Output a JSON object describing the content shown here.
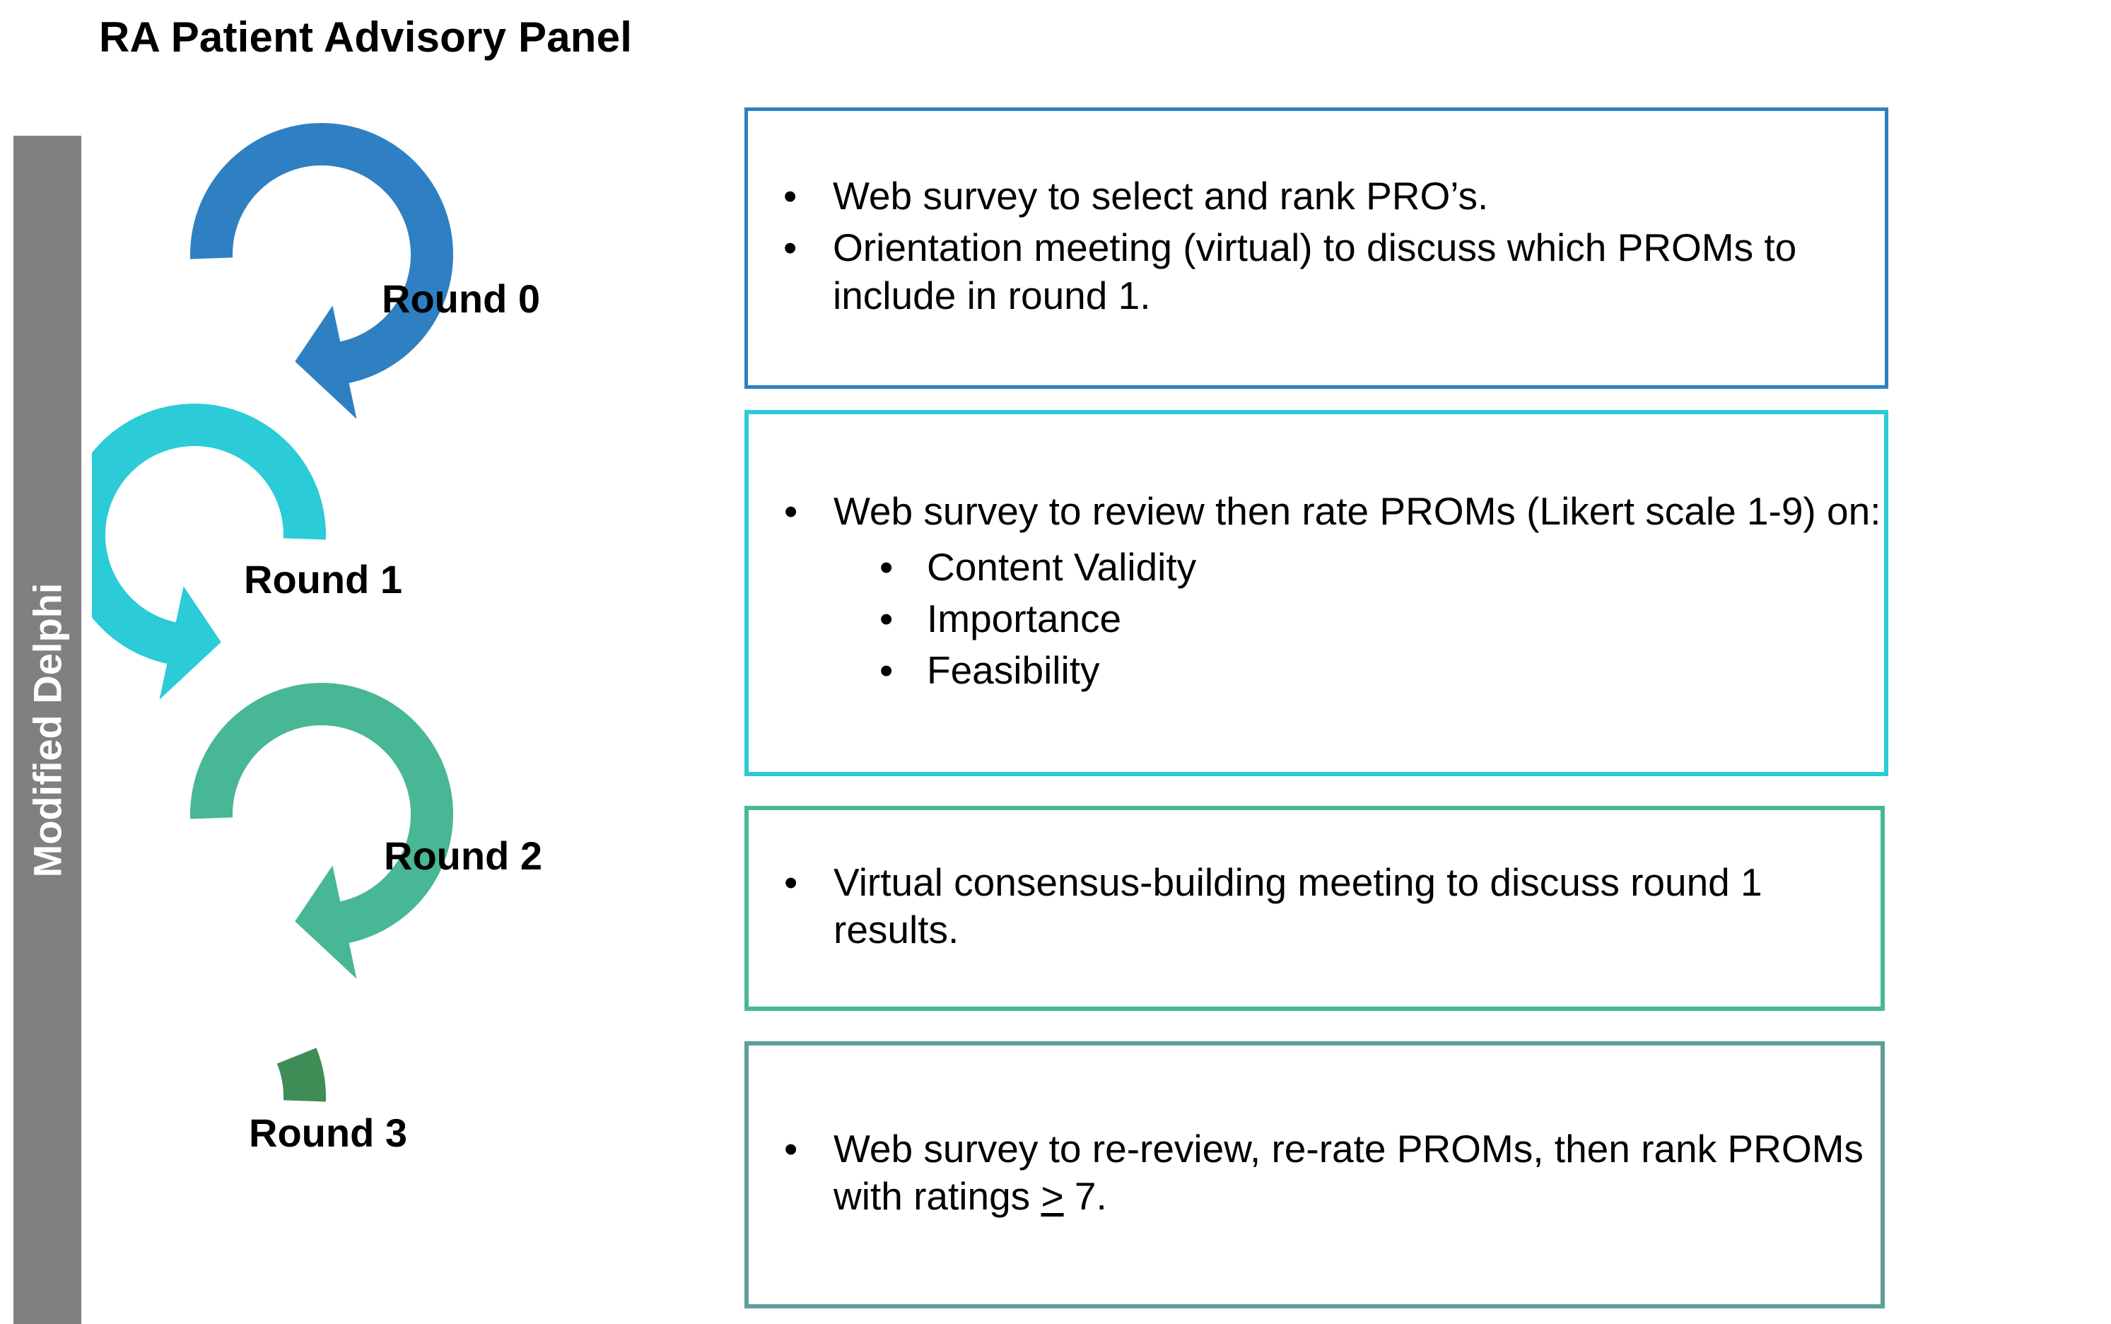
{
  "title": "RA Patient Advisory Panel",
  "spine": {
    "label": "Modified Delphi",
    "color": "#808080",
    "text_color": "#FFFFFF"
  },
  "colors": {
    "round0": "#2E80C2",
    "round1": "#2BCBD8",
    "round2": "#47B795",
    "round3": "#3F8C56",
    "box0_border": "#2E80C2",
    "box1_border": "#2BCBD8",
    "box2_border": "#47B795",
    "box3_border": "#5E9E9B",
    "spine": "#808080"
  },
  "rounds": [
    {
      "label": "Round 0",
      "color": "#2E80C2",
      "icon": "circular-arrow-clockwise-icon"
    },
    {
      "label": "Round 1",
      "color": "#2BCBD8",
      "icon": "circular-arrow-counterclockwise-icon"
    },
    {
      "label": "Round 2",
      "color": "#47B795",
      "icon": "circular-arrow-clockwise-icon"
    },
    {
      "label": "Round 3",
      "color": "#3F8C56",
      "icon": "circular-ring-open-icon"
    }
  ],
  "boxes": [
    {
      "border_color": "#2E80C2",
      "items": [
        {
          "level": 1,
          "text": "Web survey to select and rank PRO’s."
        },
        {
          "level": 1,
          "text": "Orientation meeting (virtual) to discuss which PROMs to include in round 1."
        }
      ]
    },
    {
      "border_color": "#2BCBD8",
      "items": [
        {
          "level": 1,
          "text": "Web survey to review then rate PROMs (Likert scale 1-9) on:"
        },
        {
          "level": 2,
          "text": "Content Validity"
        },
        {
          "level": 2,
          "text": "Importance"
        },
        {
          "level": 2,
          "text": "Feasibility"
        }
      ]
    },
    {
      "border_color": "#47B795",
      "items": [
        {
          "level": 1,
          "text": "Virtual consensus-building meeting to discuss round 1 results."
        }
      ]
    },
    {
      "border_color": "#5E9E9B",
      "items": [
        {
          "level": 1,
          "text_before": "Web survey to re-review, re-rate PROMs, then rank PROMs with ratings ",
          "ge_symbol": ">",
          "text_after": " 7."
        }
      ]
    }
  ],
  "bullet_glyph": "•"
}
